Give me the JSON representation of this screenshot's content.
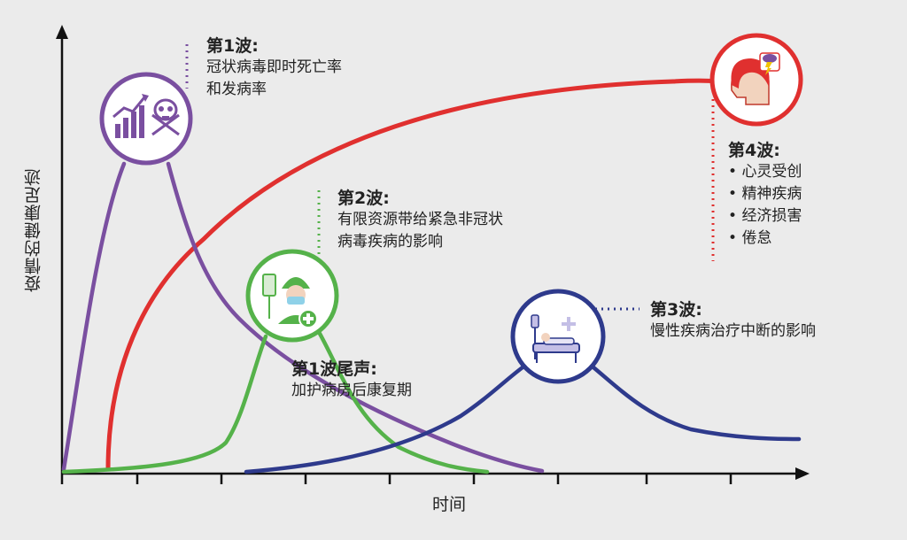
{
  "axes": {
    "x_label": "时间",
    "y_label": "疫情的健康足迹"
  },
  "waves": [
    {
      "id": "wave1",
      "title": "第1波:",
      "desc": [
        "冠状病毒即时死亡率",
        "和发病率"
      ],
      "color": "#7a4fa0",
      "icon": "chart-skull-icon"
    },
    {
      "id": "wave1-tail",
      "title": "第1波尾声:",
      "desc": [
        "加护病房后康复期"
      ],
      "color": "#55b24a",
      "icon": "masked-doctor-icon"
    },
    {
      "id": "wave2",
      "title": "第2波:",
      "desc": [
        "有限资源带给紧急非冠状",
        "病毒疾病的影响"
      ],
      "color": "#55b24a"
    },
    {
      "id": "wave3",
      "title": "第3波:",
      "desc": [
        "慢性疾病治疗中断的影响"
      ],
      "color": "#2e3a8c",
      "icon": "hospital-bed-icon"
    },
    {
      "id": "wave4",
      "title": "第4波:",
      "items": [
        "心灵受创",
        "精神疾病",
        "经济损害",
        "倦怠"
      ],
      "color": "#e0302f",
      "icon": "distressed-head-icon"
    }
  ]
}
